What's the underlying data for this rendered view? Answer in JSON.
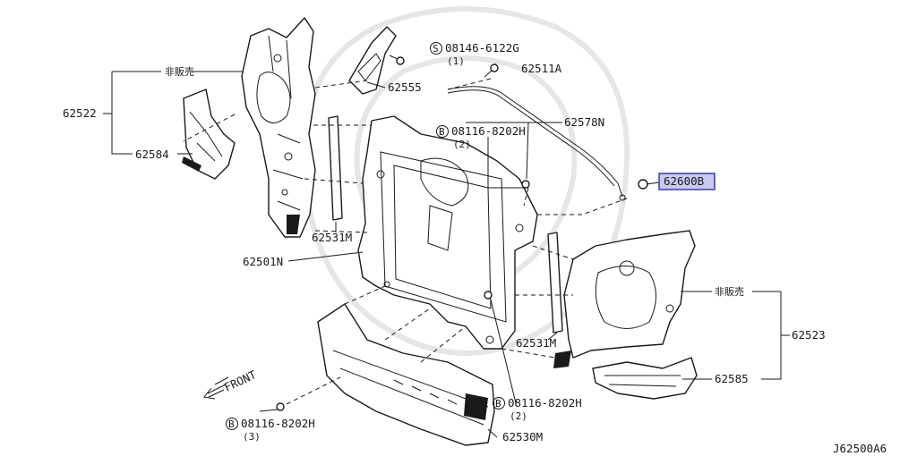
{
  "diagram": {
    "diagram_id": "J62500A6",
    "front_label": "FRONT",
    "not_for_sale": "非販売",
    "highlight_color": "#c9c8ee",
    "parts": {
      "p62522": "62522",
      "p62584": "62584",
      "p62555": "62555",
      "p62511a": "62511A",
      "p62578n": "62578N",
      "p62600b": "62600B",
      "p62531m_left": "62531M",
      "p62531m_right": "62531M",
      "p62501n": "62501N",
      "p62523": "62523",
      "p62585": "62585",
      "p62530m": "62530M"
    },
    "fasteners": {
      "s08146": {
        "symbol": "S",
        "code": "08146-6122G",
        "qty": "(1)"
      },
      "b08116_top": {
        "symbol": "B",
        "code": "08116-8202H",
        "qty": "(2)"
      },
      "b08116_mid": {
        "symbol": "B",
        "code": "08116-8202H",
        "qty": "(2)"
      },
      "b08116_bottom": {
        "symbol": "B",
        "code": "08116-8202H",
        "qty": "(3)"
      }
    }
  }
}
